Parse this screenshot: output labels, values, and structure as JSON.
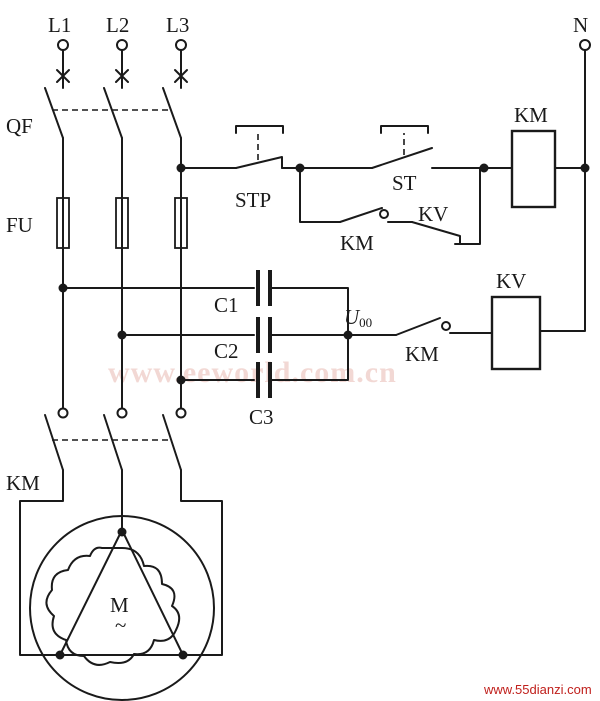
{
  "diagram": {
    "supply_labels": {
      "l1": "L1",
      "l2": "L2",
      "l3": "L3",
      "neutral": "N"
    },
    "breaker_label": "QF",
    "fuse_label": "FU",
    "contactor_coil_label": "KM",
    "stop_button_label": "STP",
    "start_button_label": "ST",
    "km_aux_contact_label": "KM",
    "kv_contact_label": "KV",
    "kv_relay_label": "KV",
    "km_relay_contact_label": "KM",
    "capacitor_labels": {
      "c1": "C1",
      "c2": "C2",
      "c3": "C3"
    },
    "voltage_label_main": "U",
    "voltage_label_sub": "00",
    "main_contact_label": "KM",
    "motor_label": "M",
    "motor_ac_symbol": "~",
    "watermark": "www.eeworld.com.cn",
    "footer_source": "www.55dianzi.com"
  }
}
